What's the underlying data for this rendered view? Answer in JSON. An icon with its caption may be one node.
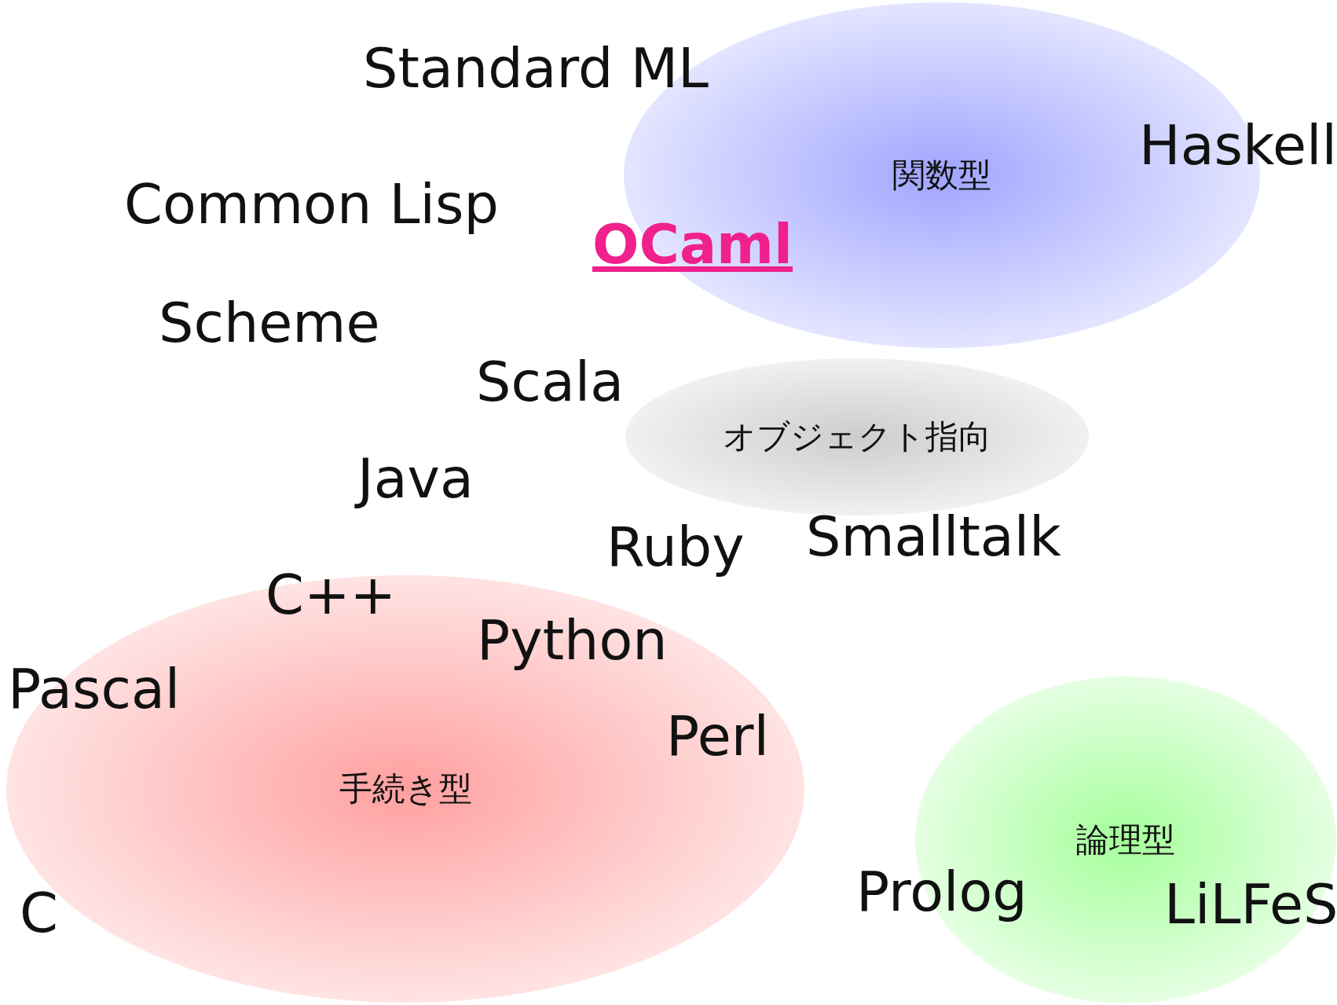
{
  "diagram": {
    "nodes": [
      {
        "text": [
          "関数型"
        ]
      },
      {
        "text": [
          "オブジェクト指向"
        ]
      },
      {
        "text": [
          "手続き型"
        ]
      },
      {
        "text": [
          "論理型"
        ]
      }
    ],
    "labels": [
      "Standard ML",
      "Haskell",
      "Common Lisp",
      "OCaml",
      "Scheme",
      "Scala",
      "Java",
      "Smalltalk",
      "Ruby",
      "C++",
      "Python",
      "Pascal",
      "Perl",
      "Prolog",
      "LiLFeS",
      "C"
    ]
  }
}
